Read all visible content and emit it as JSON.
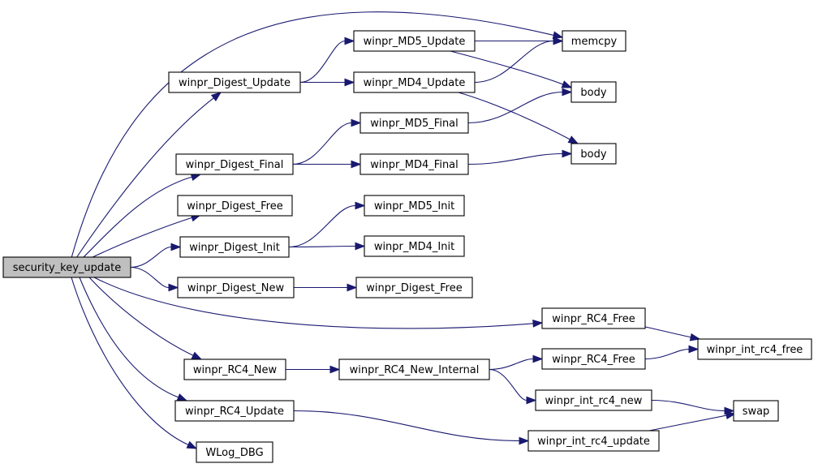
{
  "diagram": {
    "colors": {
      "edge": "#191970",
      "node_border": "#000000",
      "node_fill": "#ffffff",
      "root_fill": "#bfbfbf"
    },
    "nodes": [
      {
        "id": "security_key_update",
        "label": "security_key_update",
        "root": true
      },
      {
        "id": "digest_update",
        "label": "winpr_Digest_Update"
      },
      {
        "id": "digest_final",
        "label": "winpr_Digest_Final"
      },
      {
        "id": "digest_free_a",
        "label": "winpr_Digest_Free"
      },
      {
        "id": "digest_init",
        "label": "winpr_Digest_Init"
      },
      {
        "id": "digest_new",
        "label": "winpr_Digest_New"
      },
      {
        "id": "rc4_new",
        "label": "winpr_RC4_New"
      },
      {
        "id": "rc4_update",
        "label": "winpr_RC4_Update"
      },
      {
        "id": "wlog_dbg",
        "label": "WLog_DBG"
      },
      {
        "id": "md5_update",
        "label": "winpr_MD5_Update"
      },
      {
        "id": "md4_update",
        "label": "winpr_MD4_Update"
      },
      {
        "id": "md5_final",
        "label": "winpr_MD5_Final"
      },
      {
        "id": "md4_final",
        "label": "winpr_MD4_Final"
      },
      {
        "id": "md5_init",
        "label": "winpr_MD5_Init"
      },
      {
        "id": "md4_init",
        "label": "winpr_MD4_Init"
      },
      {
        "id": "digest_free_b",
        "label": "winpr_Digest_Free"
      },
      {
        "id": "rc4_free_a",
        "label": "winpr_RC4_Free"
      },
      {
        "id": "rc4_new_internal",
        "label": "winpr_RC4_New_Internal"
      },
      {
        "id": "rc4_free_b",
        "label": "winpr_RC4_Free"
      },
      {
        "id": "int_rc4_new",
        "label": "winpr_int_rc4_new"
      },
      {
        "id": "int_rc4_update",
        "label": "winpr_int_rc4_update"
      },
      {
        "id": "memcpy",
        "label": "memcpy"
      },
      {
        "id": "body_a",
        "label": "body"
      },
      {
        "id": "body_b",
        "label": "body"
      },
      {
        "id": "int_rc4_free",
        "label": "winpr_int_rc4_free"
      },
      {
        "id": "swap",
        "label": "swap"
      }
    ],
    "edges": [
      {
        "from": "security_key_update",
        "to": "memcpy"
      },
      {
        "from": "security_key_update",
        "to": "digest_update"
      },
      {
        "from": "security_key_update",
        "to": "digest_final"
      },
      {
        "from": "security_key_update",
        "to": "digest_free_a"
      },
      {
        "from": "security_key_update",
        "to": "digest_init"
      },
      {
        "from": "security_key_update",
        "to": "digest_new"
      },
      {
        "from": "security_key_update",
        "to": "rc4_free_a"
      },
      {
        "from": "security_key_update",
        "to": "rc4_new"
      },
      {
        "from": "security_key_update",
        "to": "rc4_update"
      },
      {
        "from": "security_key_update",
        "to": "wlog_dbg"
      },
      {
        "from": "digest_update",
        "to": "md5_update"
      },
      {
        "from": "digest_update",
        "to": "md4_update"
      },
      {
        "from": "digest_final",
        "to": "md5_final"
      },
      {
        "from": "digest_final",
        "to": "md4_final"
      },
      {
        "from": "digest_init",
        "to": "md5_init"
      },
      {
        "from": "digest_init",
        "to": "md4_init"
      },
      {
        "from": "digest_new",
        "to": "digest_free_b"
      },
      {
        "from": "md5_update",
        "to": "memcpy"
      },
      {
        "from": "md5_update",
        "to": "body_a"
      },
      {
        "from": "md4_update",
        "to": "memcpy"
      },
      {
        "from": "md4_update",
        "to": "body_b"
      },
      {
        "from": "md5_final",
        "to": "body_a"
      },
      {
        "from": "md4_final",
        "to": "body_b"
      },
      {
        "from": "rc4_free_a",
        "to": "int_rc4_free"
      },
      {
        "from": "rc4_new",
        "to": "rc4_new_internal"
      },
      {
        "from": "rc4_new_internal",
        "to": "rc4_free_b"
      },
      {
        "from": "rc4_new_internal",
        "to": "int_rc4_new"
      },
      {
        "from": "rc4_free_b",
        "to": "int_rc4_free"
      },
      {
        "from": "int_rc4_new",
        "to": "swap"
      },
      {
        "from": "rc4_update",
        "to": "int_rc4_update"
      },
      {
        "from": "int_rc4_update",
        "to": "swap"
      }
    ]
  }
}
